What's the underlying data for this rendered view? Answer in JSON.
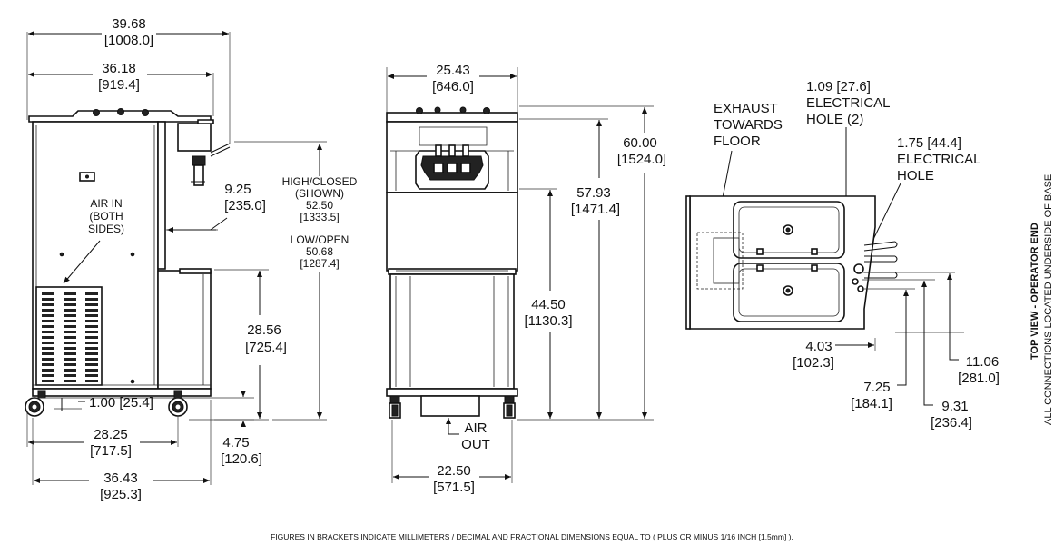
{
  "side_view": {
    "width_overall": "39.68",
    "width_overall_mm": "[1008.0]",
    "width_body": "36.18",
    "width_body_mm": "[919.4]",
    "air_in": [
      "AIR IN",
      "(BOTH",
      "SIDES)"
    ],
    "dim_925": "9.25",
    "dim_925_mm": "[235.0]",
    "dim_2856": "28.56",
    "dim_2856_mm": "[725.4]",
    "dim_100": "1.00 [25.4]",
    "dim_2825": "28.25",
    "dim_2825_mm": "[717.5]",
    "dim_475": "4.75",
    "dim_475_mm": "[120.6]",
    "dim_3643": "36.43",
    "dim_3643_mm": "[925.3]",
    "high": [
      "HIGH/CLOSED",
      "(SHOWN)",
      "52.50",
      "[1333.5]"
    ],
    "low": [
      "LOW/OPEN",
      "50.68",
      "[1287.4]"
    ]
  },
  "front_view": {
    "width": "25.43",
    "width_mm": "[646.0]",
    "height_total": "60.00",
    "height_total_mm": "[1524.0]",
    "height_5793": "57.93",
    "height_5793_mm": "[1471.4]",
    "height_4450": "44.50",
    "height_4450_mm": "[1130.3]",
    "base_width": "22.50",
    "base_width_mm": "[571.5]",
    "air_out": [
      "AIR",
      "OUT"
    ]
  },
  "top_view": {
    "exhaust": [
      "EXHAUST",
      "TOWARDS",
      "FLOOR"
    ],
    "elec2": [
      "1.09 [27.6]",
      "ELECTRICAL",
      "HOLE (2)"
    ],
    "elec1": [
      "1.75 [44.4]",
      "ELECTRICAL",
      "HOLE"
    ],
    "dim_403": "4.03",
    "dim_403_mm": "[102.3]",
    "dim_725": "7.25",
    "dim_725_mm": "[184.1]",
    "dim_931": "9.31",
    "dim_931_mm": "[236.4]",
    "dim_1106": "11.06",
    "dim_1106_mm": "[281.0]",
    "title": "TOP VIEW - OPERATOR END",
    "subtitle": "ALL CONNECTIONS LOCATED UNDERSIDE OF BASE"
  },
  "footnote": "FIGURES IN BRACKETS INDICATE MILLIMETERS / DECIMAL AND FRACTIONAL DIMENSIONS EQUAL TO ( PLUS OR MINUS 1/16 INCH [1.5mm] )."
}
